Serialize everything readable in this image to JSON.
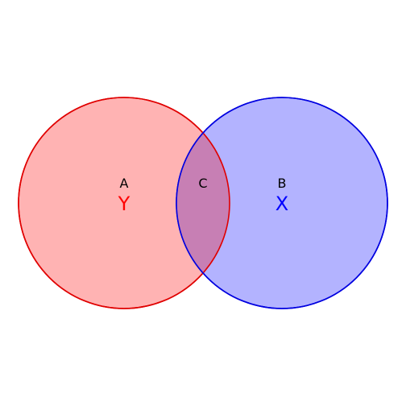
{
  "diagram": {
    "type": "venn-2",
    "sets": [
      {
        "id": "left",
        "label": "Y",
        "region_label": "A",
        "fill": "#ffb3b3",
        "stroke": "#e00000",
        "label_color": "#ff0000"
      },
      {
        "id": "right",
        "label": "X",
        "region_label": "B",
        "fill": "#b3b3ff",
        "stroke": "#0000e0",
        "label_color": "#0000ff"
      }
    ],
    "intersection": {
      "region_label": "C",
      "fill": "#c77fb4"
    }
  }
}
